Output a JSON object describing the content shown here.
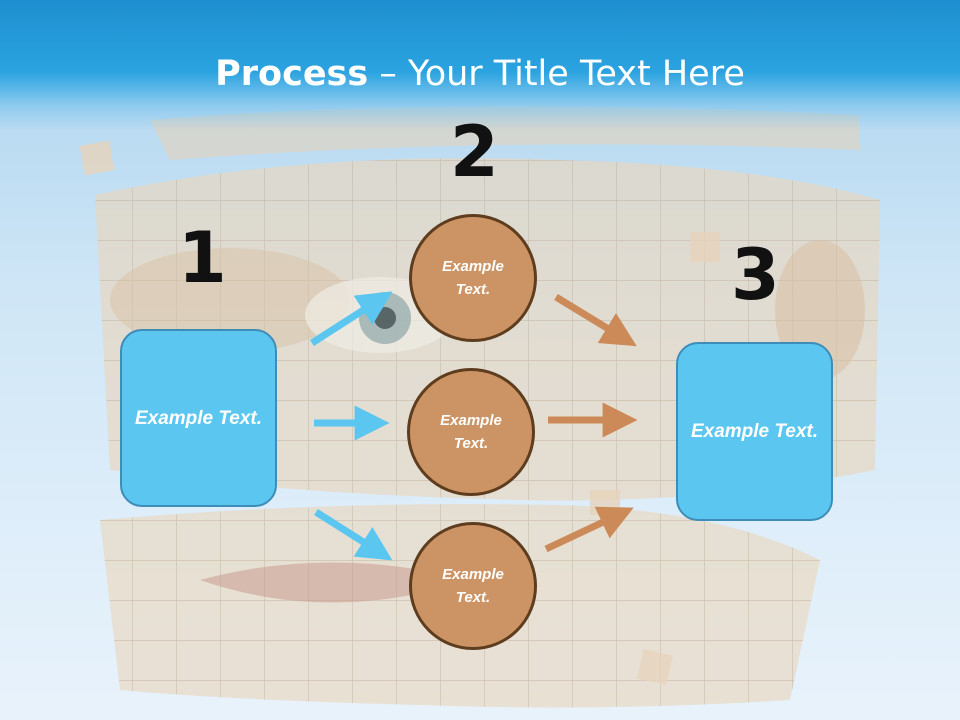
{
  "title": {
    "bold": "Process",
    "rest": " – Your Title Text Here"
  },
  "steps": [
    {
      "number": "1",
      "text": "Example Text."
    },
    {
      "number": "2",
      "items": [
        "Example Text.",
        "Example Text.",
        "Example Text."
      ]
    },
    {
      "number": "3",
      "text": "Example Text."
    }
  ],
  "colors": {
    "title_bar": "#1e8fd0",
    "box_fill": "#5bc6ef",
    "circle_fill": "#cc9464",
    "left_arrow": "#5bc6ef",
    "right_arrow": "#cc8a58"
  }
}
